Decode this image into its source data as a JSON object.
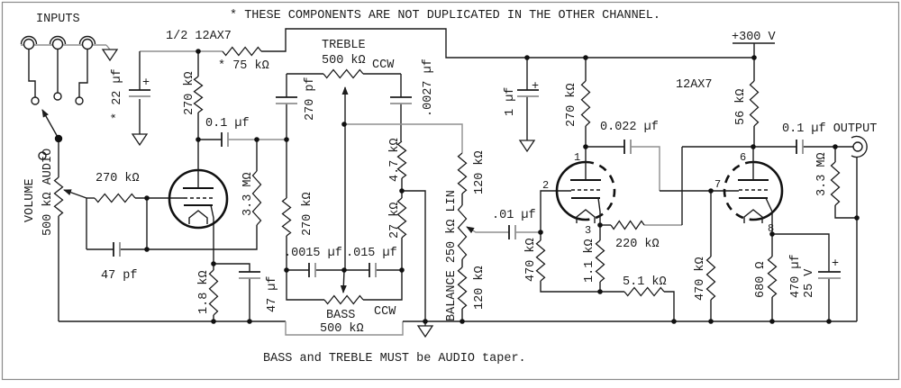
{
  "colors": {
    "ink": "#1c1c1c",
    "faint": "#8f8f8f",
    "background": "#ffffff"
  },
  "notes": {
    "top": "* THESE COMPONENTS ARE NOT DUPLICATED IN THE OTHER CHANNEL.",
    "bottom": "BASS and TREBLE MUST be AUDIO taper."
  },
  "labels": {
    "inputs": "INPUTS",
    "half_tube": "1/2 12AX7",
    "r75": "* 75 kΩ",
    "c22": "* 22 µf",
    "r270_plate1": "270 kΩ",
    "c01": "0.1 µf",
    "volume_1": "VOLUME",
    "volume_2": "500 kΩ AUDIO",
    "r270_grid": "270 kΩ",
    "c47pf": "47 pf",
    "r33m_left": "3.3 MΩ",
    "r18": "1.8 kΩ",
    "c47uf": "47 µf",
    "treble_name": "TREBLE",
    "treble_val": "500 kΩ",
    "treble_ccw": "CCW",
    "c270pf": "270 pf",
    "c0027": ".0027 µf",
    "r270_mid": "270 kΩ",
    "r47k": "4.7 kΩ",
    "r27k": "27 kΩ",
    "c0015": ".0015 µf",
    "c015": ".015 µf",
    "bass_name": "BASS",
    "bass_val": "500 kΩ",
    "bass_ccw": "CCW",
    "r120_top": "120 kΩ",
    "balance": "BALANCE 250 kΩ LIN",
    "r120_bot": "120 kΩ",
    "c01b": ".01 µf",
    "c1uf": "1 µf",
    "r270_plate2": "270 kΩ",
    "c022": "0.022 µf",
    "tube23": "12AX7",
    "p300": "+300 V",
    "r56k": "56 kΩ",
    "output": "0.1 µf OUTPUT",
    "r33m_right": "3.3 MΩ",
    "r470_grid2": "470 kΩ",
    "r11k": "1.1 kΩ",
    "r220k": "220 kΩ",
    "r51k": "5.1 kΩ",
    "r470_grid3": "470 kΩ",
    "r680": "680 Ω",
    "c470": "470 µf",
    "c470v": "25 V",
    "plus": "+",
    "pin1": "1",
    "pin2": "2",
    "pin3": "3",
    "pin6": "6",
    "pin7": "7",
    "pin8": "8"
  }
}
